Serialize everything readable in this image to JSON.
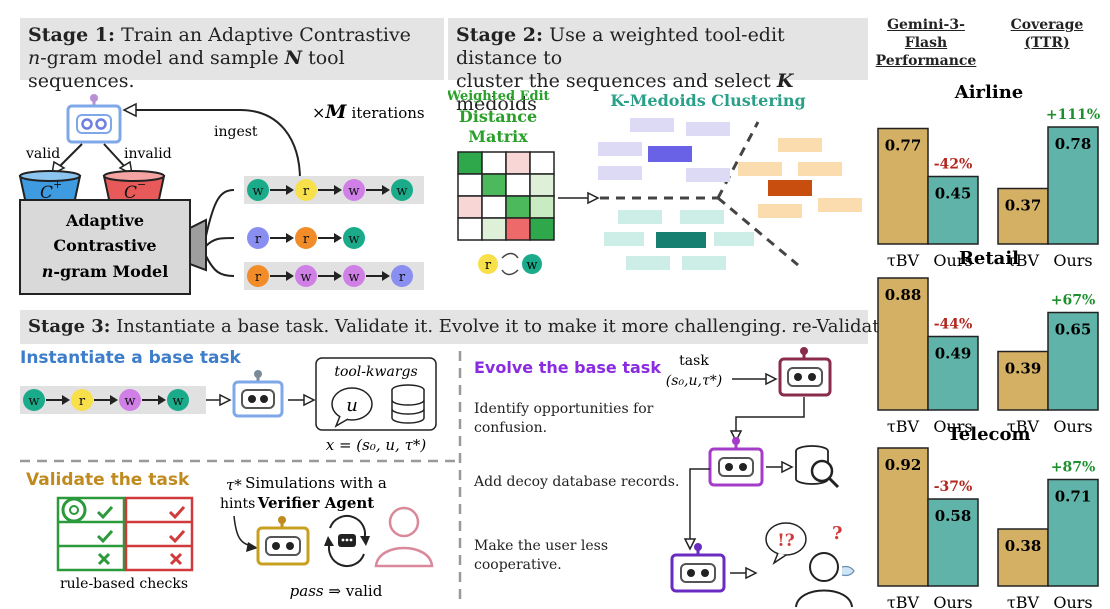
{
  "stage1": {
    "prefix": "Stage 1:",
    "line1": "Train an Adaptive Contrastive",
    "line2_n": "n",
    "line2_rest": "-gram model and sample ",
    "line2_N": "N",
    "line2_end": " tool sequences.",
    "iterations_times": "×",
    "iterations_M": "M",
    "iterations_label": "iterations",
    "ingest_label": "ingest",
    "valid_label": "valid",
    "invalid_label": "invalid",
    "cplus_C": "C",
    "cplus_sup": "+",
    "cminus_C": "C",
    "cminus_sup": "−",
    "model_line1": "Adaptive",
    "model_line2": "Contrastive",
    "model_line3_n": "n",
    "model_line3_rest": "-gram Model",
    "sequences": [
      [
        "w",
        "r",
        "w",
        "w"
      ],
      [
        "r",
        "r",
        "w"
      ],
      [
        "r",
        "w",
        "w",
        "r"
      ]
    ]
  },
  "stage2": {
    "prefix": "Stage 2:",
    "line1": "Use a weighted tool-edit distance to",
    "line2": "cluster the sequences and select ",
    "line2_K": "K",
    "line2_end": " medoids",
    "matrix_title1": "Weighted Edit",
    "matrix_title2": "Distance",
    "matrix_title3": "Matrix",
    "clustering_title": "K-Medoids Clustering",
    "swap_left": "r",
    "swap_right": "w"
  },
  "stage3": {
    "prefix": "Stage 3:",
    "text": "Instantiate a base task. Validate it. Evolve it to make it more challenging. re-Validate.",
    "instantiate_title": "Instantiate a base task",
    "instantiate_seq": [
      "w",
      "r",
      "w",
      "w"
    ],
    "tool_kwargs": "tool-kwargs",
    "u_symbol": "u",
    "x_formula": "x = (s₀, u, τ*)",
    "validate_title": "Validate the task",
    "tau_hints_1": "τ*",
    "tau_hints_2": "hints",
    "sim_line1": "Simulations with a",
    "sim_line2": "Verifier Agent",
    "rule_checks": "rule-based checks",
    "pass_pass": "pass",
    "pass_rest": " ⇒ valid",
    "evolve_title": "Evolve the base task",
    "task_label": "task",
    "task_formula": "(s₀,u,τ*)",
    "step1_a": "Identify opportunities for",
    "step1_b": "confusion.",
    "step2": "Add decoy database records.",
    "step3_a": "Make the user less",
    "step3_b": "cooperative.",
    "question_red": "!?",
    "question_red2": "?"
  },
  "panel": {
    "header_left_1": "Gemini-3-Flash",
    "header_left_2": "Performance",
    "header_right_1": "Coverage",
    "header_right_2": "(TTR)",
    "tick_baseline": "τBV",
    "tick_ours": "Ours"
  },
  "chart_data": [
    {
      "type": "bar",
      "title": "Airline",
      "categories": [
        "τBV",
        "Ours"
      ],
      "performance": {
        "values": [
          0.77,
          0.45
        ],
        "change_label": "-42%"
      },
      "coverage": {
        "values": [
          0.37,
          0.78
        ],
        "change_label": "+111%"
      },
      "ylim": [
        0,
        1
      ]
    },
    {
      "type": "bar",
      "title": "Retail",
      "categories": [
        "τBV",
        "Ours"
      ],
      "performance": {
        "values": [
          0.88,
          0.49
        ],
        "change_label": "-44%"
      },
      "coverage": {
        "values": [
          0.39,
          0.65
        ],
        "change_label": "+67%"
      },
      "ylim": [
        0,
        1
      ]
    },
    {
      "type": "bar",
      "title": "Telecom",
      "categories": [
        "τBV",
        "Ours"
      ],
      "performance": {
        "values": [
          0.92,
          0.58
        ],
        "change_label": "-37%"
      },
      "coverage": {
        "values": [
          0.38,
          0.71
        ],
        "change_label": "+87%"
      },
      "ylim": [
        0,
        1
      ]
    }
  ],
  "colors": {
    "banner": "#e4e4e4",
    "bar_baseline": "#d4b064",
    "bar_ours": "#5fb3a8",
    "change_down": "#b3261e",
    "change_up": "#1e8f2e",
    "node_w": "#1aab8a",
    "node_r": "#f7e04a",
    "node_w2": "#cf7fe6",
    "node_o": "#f28c28",
    "node_p": "#8a8ef0",
    "instantiate_title": "#3d7dc9",
    "validate_title": "#c08a1e",
    "evolve_title": "#8a2be2",
    "matrix_title": "#2aa02a",
    "cluster_title": "#2aa089"
  }
}
